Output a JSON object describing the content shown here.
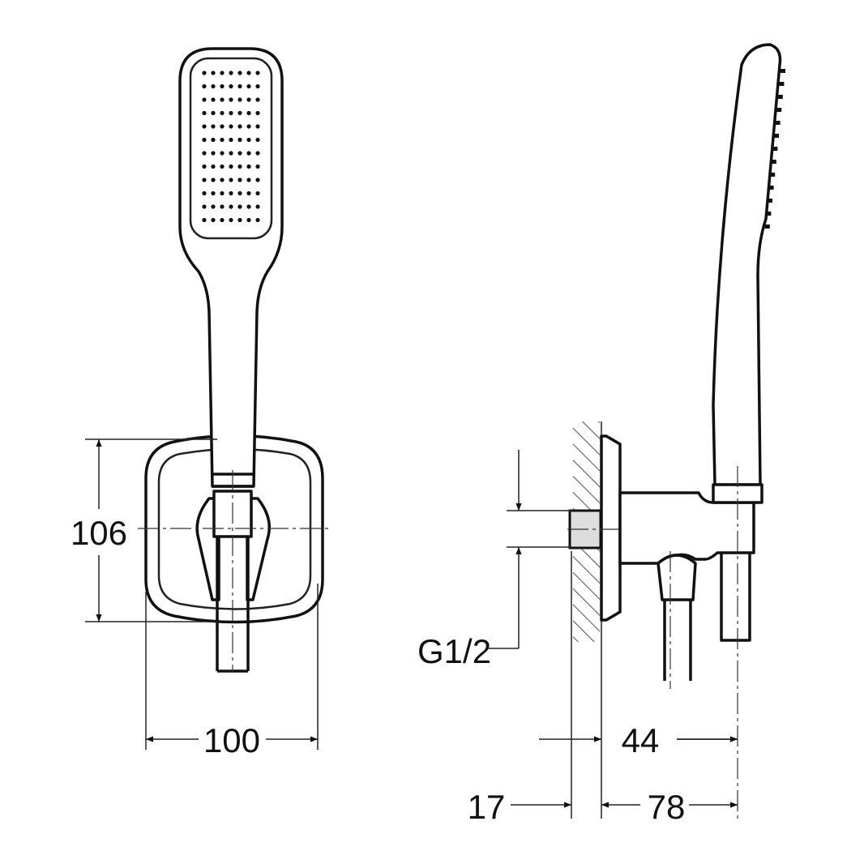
{
  "drawing": {
    "front_view": {
      "height_dimension": "106",
      "width_dimension": "100"
    },
    "side_view": {
      "thread_label": "G1/2",
      "outlet_offset_dimension": "44",
      "wall_depth_dimension": "17",
      "projection_dimension": "78"
    }
  },
  "colors": {
    "line": "#111111",
    "background": "#ffffff"
  }
}
